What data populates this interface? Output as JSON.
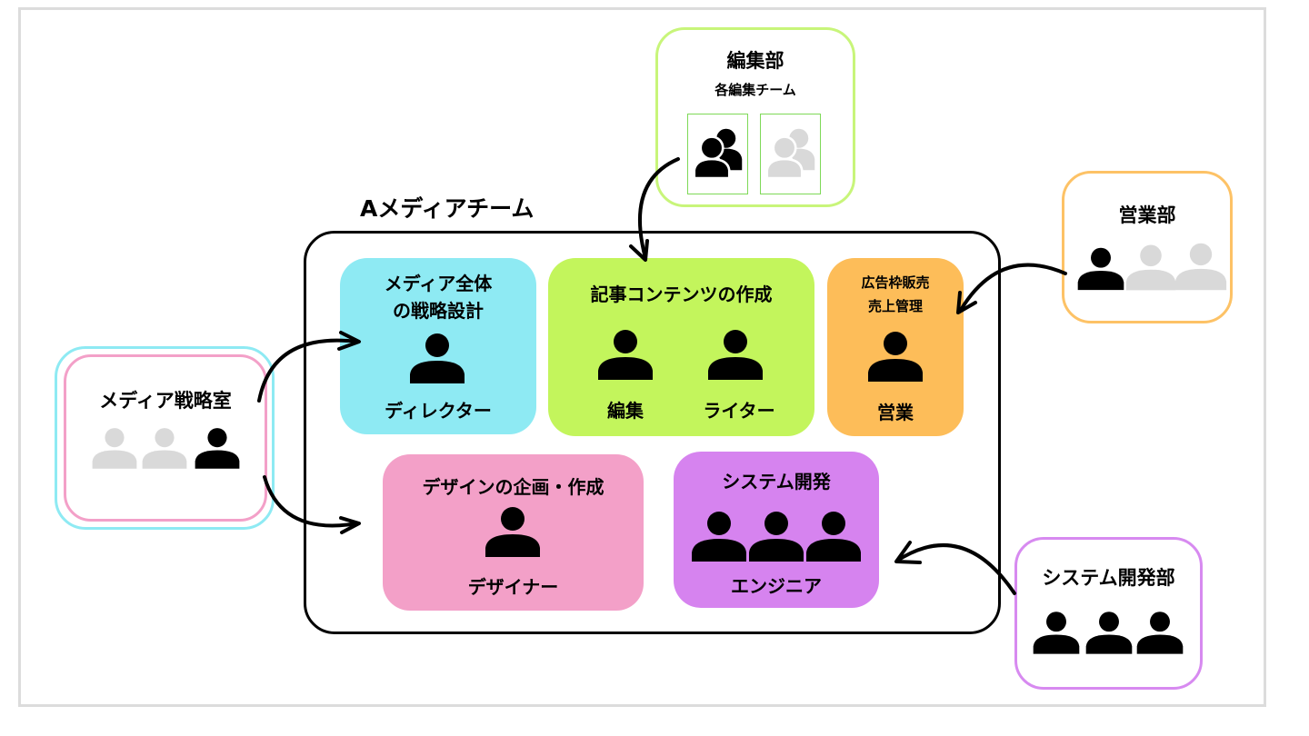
{
  "colors": {
    "editorial_outline": "#c8f57a",
    "sales_outline": "#fdc266",
    "strategy_outline_outer": "#8eeaf3",
    "strategy_outline_inner": "#f3a0c8",
    "system_outline": "#d78af0",
    "director_fill": "#8eeaf3",
    "content_fill": "#c3f55c",
    "sales_fill": "#fdbd59",
    "design_fill": "#f3a0c8",
    "engineer_fill": "#d683ef",
    "person_active": "#000000",
    "person_inactive": "#d9d9d9"
  },
  "team": {
    "title": "Aメディアチーム"
  },
  "departments": {
    "editorial": {
      "title": "編集部",
      "subtitle": "各編集チーム",
      "icons": [
        "group-icon-active",
        "group-icon-inactive"
      ]
    },
    "sales": {
      "title": "営業部",
      "members": [
        "active",
        "inactive",
        "inactive"
      ]
    },
    "strategy": {
      "title": "メディア戦略室",
      "members": [
        "inactive",
        "inactive",
        "active"
      ]
    },
    "system": {
      "title": "システム開発部",
      "members": [
        "active",
        "active",
        "active"
      ]
    }
  },
  "roles": {
    "director": {
      "title_line1": "メディア全体",
      "title_line2": "の戦略設計",
      "role": "ディレクター"
    },
    "content": {
      "title": "記事コンテンツの作成",
      "roles": [
        "編集",
        "ライター"
      ]
    },
    "sales": {
      "title_line1": "広告枠販売",
      "title_line2": "売上管理",
      "role": "営業"
    },
    "design": {
      "title": "デザインの企画・作成",
      "role": "デザイナー"
    },
    "engineer": {
      "title": "システム開発",
      "role": "エンジニア"
    }
  },
  "arrows": [
    {
      "from": "メディア戦略室",
      "to": "メディア全体の戦略設計"
    },
    {
      "from": "メディア戦略室",
      "to": "デザインの企画・作成"
    },
    {
      "from": "編集部",
      "to": "記事コンテンツの作成"
    },
    {
      "from": "営業部",
      "to": "広告枠販売 売上管理"
    },
    {
      "from": "システム開発部",
      "to": "システム開発"
    }
  ]
}
